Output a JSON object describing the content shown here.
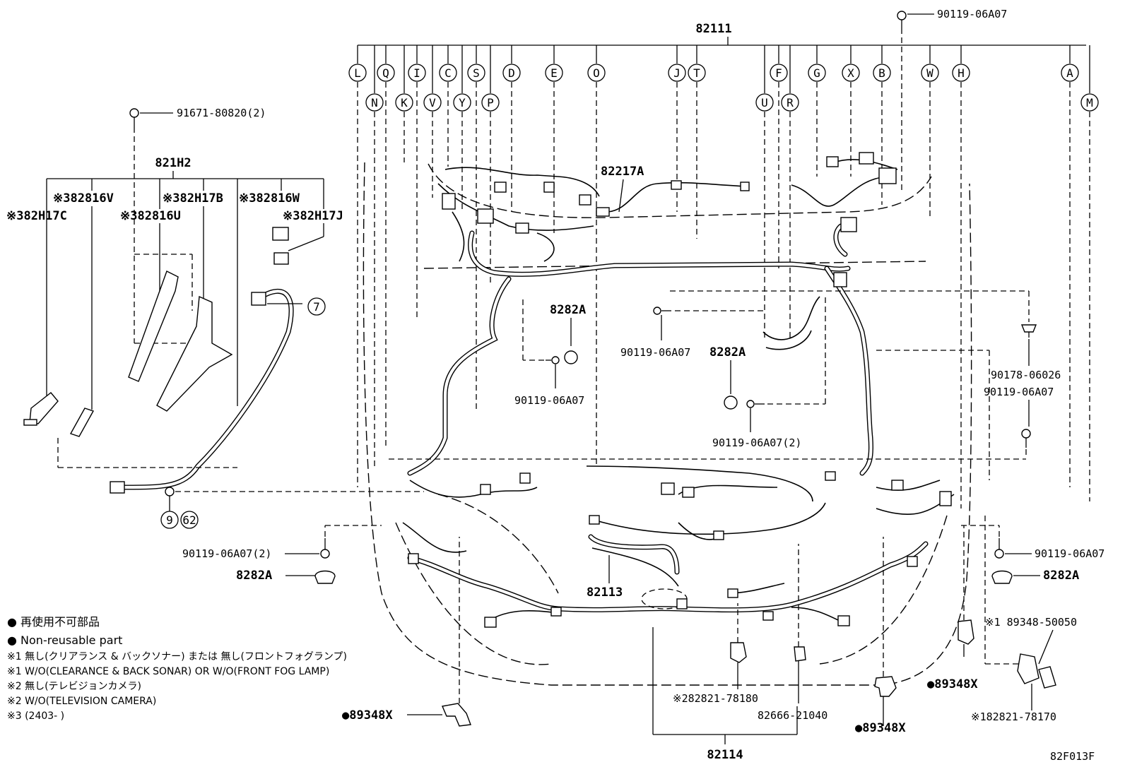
{
  "parts": {
    "main_harness": "82111",
    "clamp_bolt_top": "90119-06A07",
    "screw_sub": "91671-80820(2)",
    "sub_assembly": "821H2",
    "p_82816V": "※382816V",
    "p_82H17C": "※382H17C",
    "p_82816U": "※382816U",
    "p_82H17B": "※382H17B",
    "p_82816W": "※382816W",
    "p_82H17J": "※382H17J",
    "wire_82217A": "82217A",
    "grommet_a": "8282A",
    "bolt_a": "90119-06A07",
    "bolt_b": "90119-06A07",
    "grommet_b": "8282A",
    "bolt_c2": "90119-06A07(2)",
    "clip_90178": "90178-06026",
    "bolt_right": "90119-06A07",
    "bolt_left2": "90119-06A07(2)",
    "grommet_left": "8282A",
    "bolt_right_low": "90119-06A07",
    "grommet_right": "8282A",
    "harness_82113": "82113",
    "clamp_89348_50050": "※1 89348-50050",
    "clamp_82821_78170": "※182821-78170",
    "clamp_82821_78180": "※282821-78180",
    "clip_82666": "82666-21040",
    "bracket_left": "●89348X",
    "bracket_mid": "●89348X",
    "bracket_right": "●89348X",
    "harness_82114": "82114",
    "figure_code": "82F013F"
  },
  "callouts": {
    "top_row": [
      "L",
      "Q",
      "I",
      "C",
      "S",
      "D",
      "E",
      "O",
      "J",
      "T",
      "F",
      "G",
      "X",
      "B",
      "W",
      "H",
      "A"
    ],
    "second_row": [
      "N",
      "K",
      "V",
      "Y",
      "P",
      "U",
      "R",
      "M"
    ],
    "circled_numbers": [
      "7",
      "9",
      "62"
    ]
  },
  "notes": [
    "● 再使用不可部品",
    "● Non-reusable part",
    "※1 無し(クリアランス & バックソナー) または 無し(フロントフォグランプ)",
    "※1 W/O(CLEARANCE & BACK SONAR) OR W/O(FRONT FOG LAMP)",
    "※2 無し(テレビジョンカメラ)",
    "※2 W/O(TELEVISION CAMERA)",
    "※3 (2403-       )"
  ]
}
